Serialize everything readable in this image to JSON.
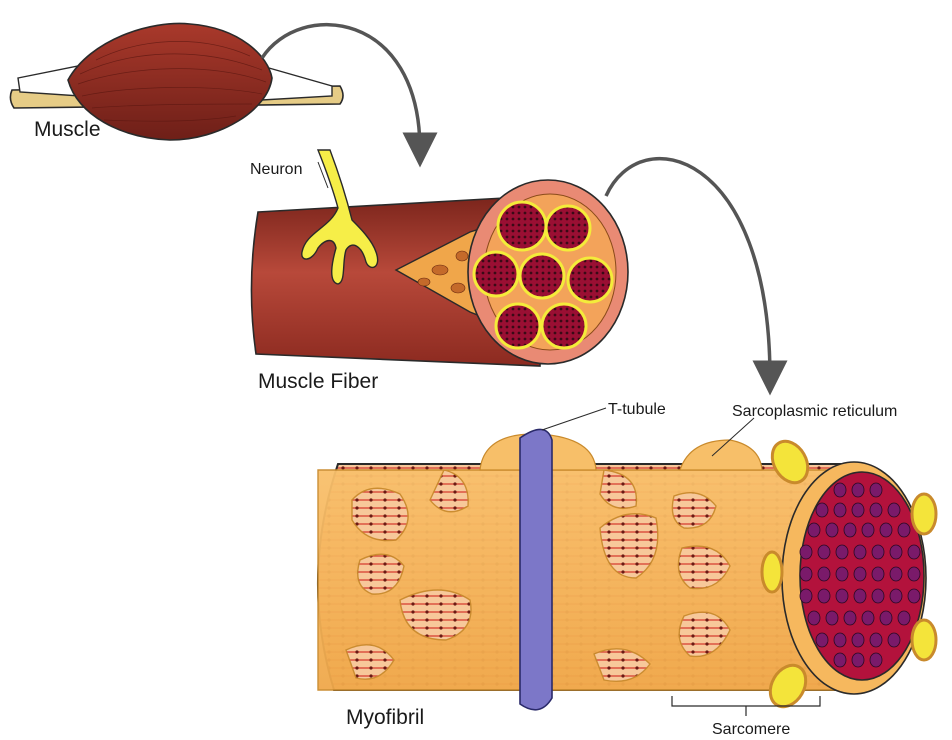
{
  "labels": {
    "muscle": "Muscle",
    "neuron": "Neuron",
    "muscle_fiber": "Muscle Fiber",
    "t_tubule": "T-tubule",
    "sarcoplasmic_reticulum": "Sarcoplasmic reticulum",
    "myofibril": "Myofibril",
    "sarcomere": "Sarcomere"
  },
  "colors": {
    "muscle_red": "#8e2b21",
    "fiber_red": "#a83a2c",
    "tendon_tan": "#e8cf8a",
    "neuron_yellow": "#f4ec3a",
    "myofibril_crimson": "#b3123c",
    "reticulum_orange": "#f5b85c",
    "t_tubule_blue": "#7c77c8",
    "arrow_gray": "#555555"
  }
}
